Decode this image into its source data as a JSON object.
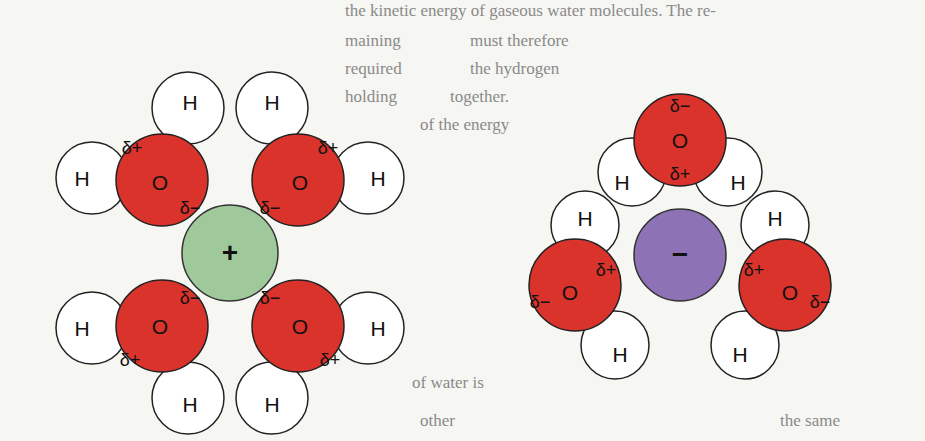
{
  "diagram": {
    "nodes": [
      {
        "text": [
          "O",
          "δ+",
          "δ−",
          "H",
          "H"
        ]
      },
      {
        "text": [
          "O",
          "δ+",
          "δ−",
          "H",
          "H"
        ]
      },
      {
        "text": [
          "+"
        ]
      },
      {
        "text": [
          "O",
          "δ+",
          "δ−",
          "H",
          "H"
        ]
      },
      {
        "text": [
          "O",
          "δ+",
          "δ−",
          "H",
          "H"
        ]
      },
      {
        "text": [
          "O",
          "δ+",
          "δ−",
          "H",
          "H"
        ]
      },
      {
        "text": [
          "O",
          "δ+",
          "δ−",
          "H",
          "H"
        ]
      },
      {
        "text": [
          "−"
        ]
      },
      {
        "text": [
          "O",
          "δ+",
          "δ−",
          "H",
          "H"
        ]
      }
    ],
    "labels": [
      "the kinetic energy of gaseous water molecules. The re-",
      "maining",
      "must therefore",
      "required",
      "the hydrogen",
      "holding",
      "together.",
      "of the energy",
      "of water is",
      "other",
      "the same"
    ]
  }
}
